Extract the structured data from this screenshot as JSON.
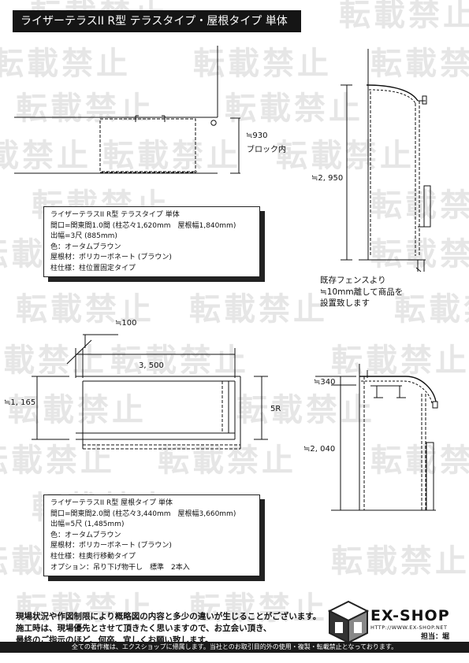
{
  "header": {
    "title": "ライザーテラスII R型 テラスタイプ・屋根タイプ 単体"
  },
  "watermark": {
    "text": "転載禁止"
  },
  "terrace_plan": {
    "dim_depth": "≒930",
    "dim_depth_note": "ブロック内"
  },
  "terrace_side": {
    "dim_height": "≒2, 950",
    "fence_note": [
      "既存フェンスより",
      "≒10mm離して商品を",
      "設置致します"
    ]
  },
  "terrace_spec": {
    "lines": [
      "ライザーテラスII R型 テラスタイプ 単体",
      "間口=関東間1.0間 (柱芯々1,620mm　屋根幅1,840mm)",
      "出幅=3尺 (885mm)",
      "色：オータムブラウン",
      "屋根材：ポリカーボネート (ブラウン)",
      "柱仕様：柱位置固定タイプ"
    ]
  },
  "roof_plan": {
    "dim_offset": "≒100",
    "dim_width": "3, 500",
    "dim_depth": "≒1, 165",
    "dim_radius": "5R"
  },
  "roof_side": {
    "dim_top": "≒340",
    "dim_height": "≒2, 040"
  },
  "roof_spec": {
    "lines": [
      "ライザーテラスII R型 屋根タイプ 単体",
      "間口=関東間2.0間 (柱芯々3,440mm　屋根幅3,660mm)",
      "出幅=5尺 (1,485mm)",
      "色：オータムブラウン",
      "屋根材：ポリカーボネート (ブラウン)",
      "柱仕様：柱奥行移動タイプ",
      "オプション：吊り下げ物干し　標準　2本入"
    ]
  },
  "footer": {
    "note_lines": [
      "現場状況や作図制限により概略図の内容と多少の違いが生じることがございます。",
      "施工時は、現場優先とさせて頂きたく思いますので、お立会い頂き、",
      "最終のご指示のほど、何卒、宜しくお願い致します。"
    ],
    "brand": "EX-SHOP",
    "url": "HTTP://WWW.EX-SHOP.NET",
    "staff": "担当：堀",
    "copyright": "全ての著作権は、エクスショップに帰属します。当社とのお取引目的外の使用・複製・転載禁止となっております。"
  }
}
